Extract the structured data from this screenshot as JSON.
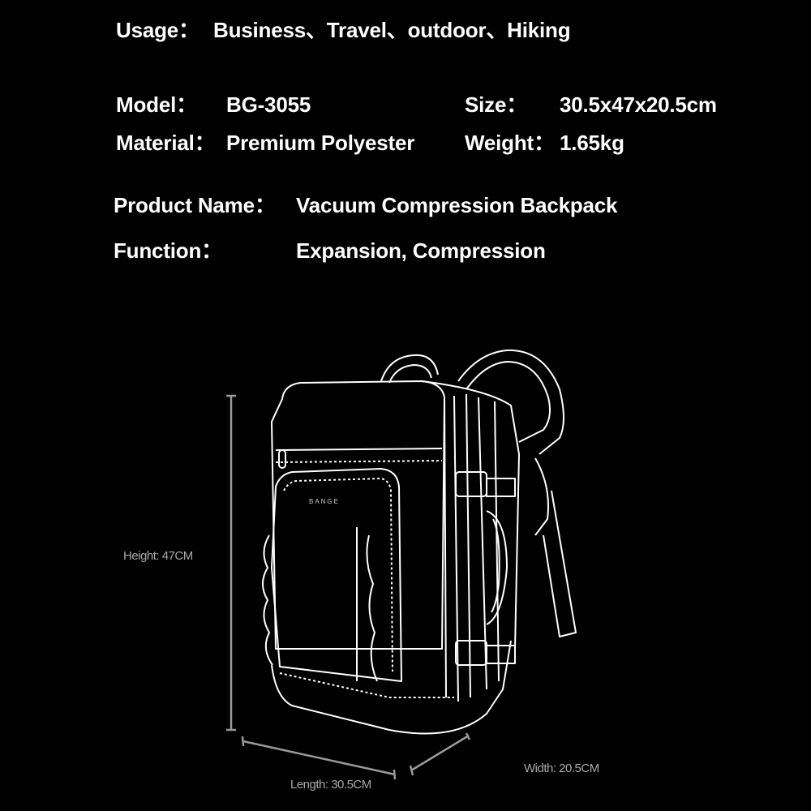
{
  "specs": {
    "usage_label": "Usage：",
    "usage_value": "Business、Travel、outdoor、Hiking",
    "model_label": "Model：",
    "model_value": "BG-3055",
    "size_label": "Size：",
    "size_value": "30.5x47x20.5cm",
    "material_label": "Material：",
    "material_value": "Premium Polyester",
    "weight_label": "Weight：",
    "weight_value": "1.65kg",
    "product_name_label": "Product Name：",
    "product_name_value": "Vacuum Compression Backpack",
    "function_label": "Function：",
    "function_value": "Expansion, Compression"
  },
  "dimensions": {
    "height": "Height: 47CM",
    "length": "Length: 30.5CM",
    "width": "Width: 20.5CM"
  },
  "brand_logo": "BANGE"
}
